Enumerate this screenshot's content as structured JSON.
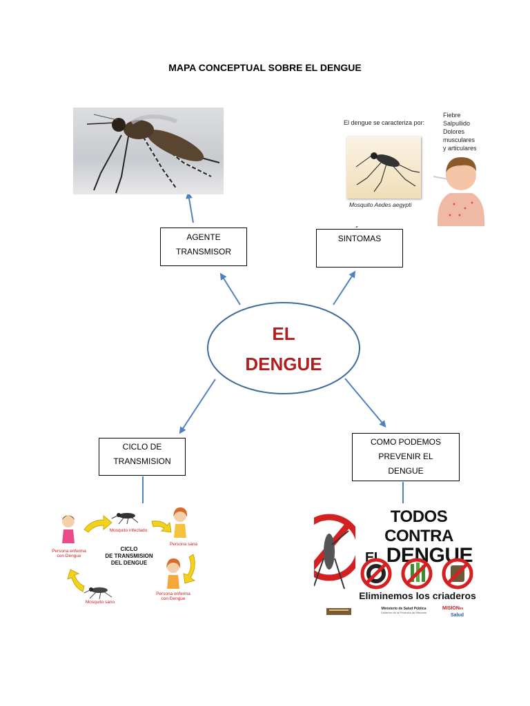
{
  "title": "MAPA CONCEPTUAL SOBRE EL DENGUE",
  "center": {
    "line1": "EL",
    "line2": "DENGUE"
  },
  "nodes": {
    "agente": {
      "line1": "AGENTE",
      "line2": "TRANSMISOR"
    },
    "sintomas": {
      "line1": "SINTOMAS"
    },
    "ciclo": {
      "line1": "CICLO DE",
      "line2": "TRANSMISION"
    },
    "prevenir": {
      "line1": "COMO PODEMOS",
      "line2": "PREVENIR EL",
      "line3": "DENGUE"
    }
  },
  "symptoms_image": {
    "caption": "El dengue se caracteriza por:",
    "symptoms": [
      "Fiebre",
      "Salpullido",
      "Dolores",
      "musculares",
      "y articulares"
    ],
    "mosquito_label": "Mosquito Aedes aegypti"
  },
  "cycle_image": {
    "center_line1": "CICLO",
    "center_line2": "DE TRANSMISION",
    "center_line3": "DEL DENGUE",
    "label_infected": "Mosquito infectado",
    "label_healthy_person": "Persona sana",
    "label_sick_person_right_1": "Persona enferma",
    "label_sick_person_right_2": "con Dengue",
    "label_healthy_mosquito": "Mosquito sano",
    "label_sick_person_left_1": "Persona enferma",
    "label_sick_person_left_2": "con Dengue"
  },
  "campaign_image": {
    "headline1": "TODOS CONTRA",
    "headline2_a": "EL",
    "headline2_b": "DENGUE",
    "slogan": "Eliminemos los criaderos",
    "ministry1": "Ministerio de Salud Pública",
    "ministry2": "Gobierno de la Provincia de Misiones",
    "logo_a": "MISION",
    "logo_b": "es",
    "logo_c": "Salud"
  },
  "colors": {
    "arrow": "#4f81bd",
    "center_text": "#b01e1e",
    "ellipse_stroke": "#3f6a9c",
    "prohibition": "#d42020"
  }
}
